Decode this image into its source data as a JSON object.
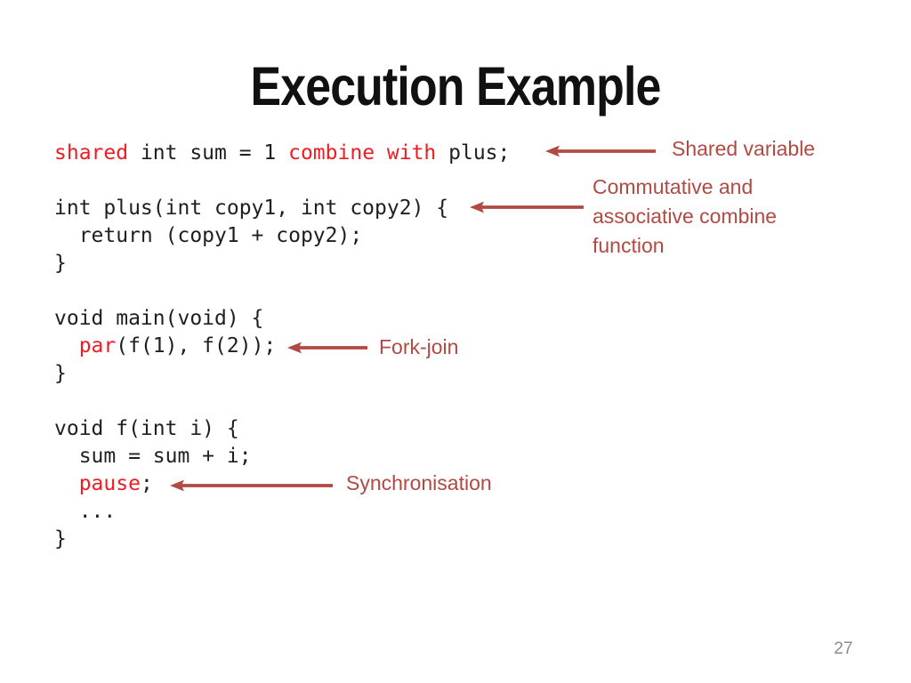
{
  "title": "Execution Example",
  "page_number": "27",
  "colors": {
    "background": "#ffffff",
    "title_text": "#111111",
    "code_text": "#1f1f1f",
    "keyword_red": "#ee1c23",
    "annotation_red": "#b04a42",
    "page_number_gray": "#8c8c8c"
  },
  "code": {
    "lines": [
      {
        "segments": [
          {
            "text": "shared",
            "style": "keyword"
          },
          {
            "text": " int sum = 1 ",
            "style": "plain"
          },
          {
            "text": "combine with",
            "style": "keyword"
          },
          {
            "text": " plus;",
            "style": "plain"
          }
        ]
      },
      {
        "segments": []
      },
      {
        "segments": [
          {
            "text": "int plus(int copy1, int copy2) {",
            "style": "plain"
          }
        ]
      },
      {
        "segments": [
          {
            "text": "  return (copy1 + copy2);",
            "style": "plain"
          }
        ]
      },
      {
        "segments": [
          {
            "text": "}",
            "style": "plain"
          }
        ]
      },
      {
        "segments": []
      },
      {
        "segments": [
          {
            "text": "void main(void) {",
            "style": "plain"
          }
        ]
      },
      {
        "segments": [
          {
            "text": "  ",
            "style": "plain"
          },
          {
            "text": "par",
            "style": "keyword"
          },
          {
            "text": "(f(1), f(2));",
            "style": "plain"
          }
        ]
      },
      {
        "segments": [
          {
            "text": "}",
            "style": "plain"
          }
        ]
      },
      {
        "segments": []
      },
      {
        "segments": [
          {
            "text": "void f(int i) {",
            "style": "plain"
          }
        ]
      },
      {
        "segments": [
          {
            "text": "  sum = sum + i;",
            "style": "plain"
          }
        ]
      },
      {
        "segments": [
          {
            "text": "  ",
            "style": "plain"
          },
          {
            "text": "pause",
            "style": "keyword"
          },
          {
            "text": ";",
            "style": "plain"
          }
        ]
      },
      {
        "segments": [
          {
            "text": "  ...",
            "style": "plain"
          }
        ]
      },
      {
        "segments": [
          {
            "text": "}",
            "style": "plain"
          }
        ]
      }
    ]
  },
  "annotations": {
    "shared": {
      "label": "Shared variable"
    },
    "combine": {
      "label": "Commutative and\nassociative combine\nfunction"
    },
    "fork": {
      "label": "Fork-join"
    },
    "sync": {
      "label": "Synchronisation"
    }
  }
}
